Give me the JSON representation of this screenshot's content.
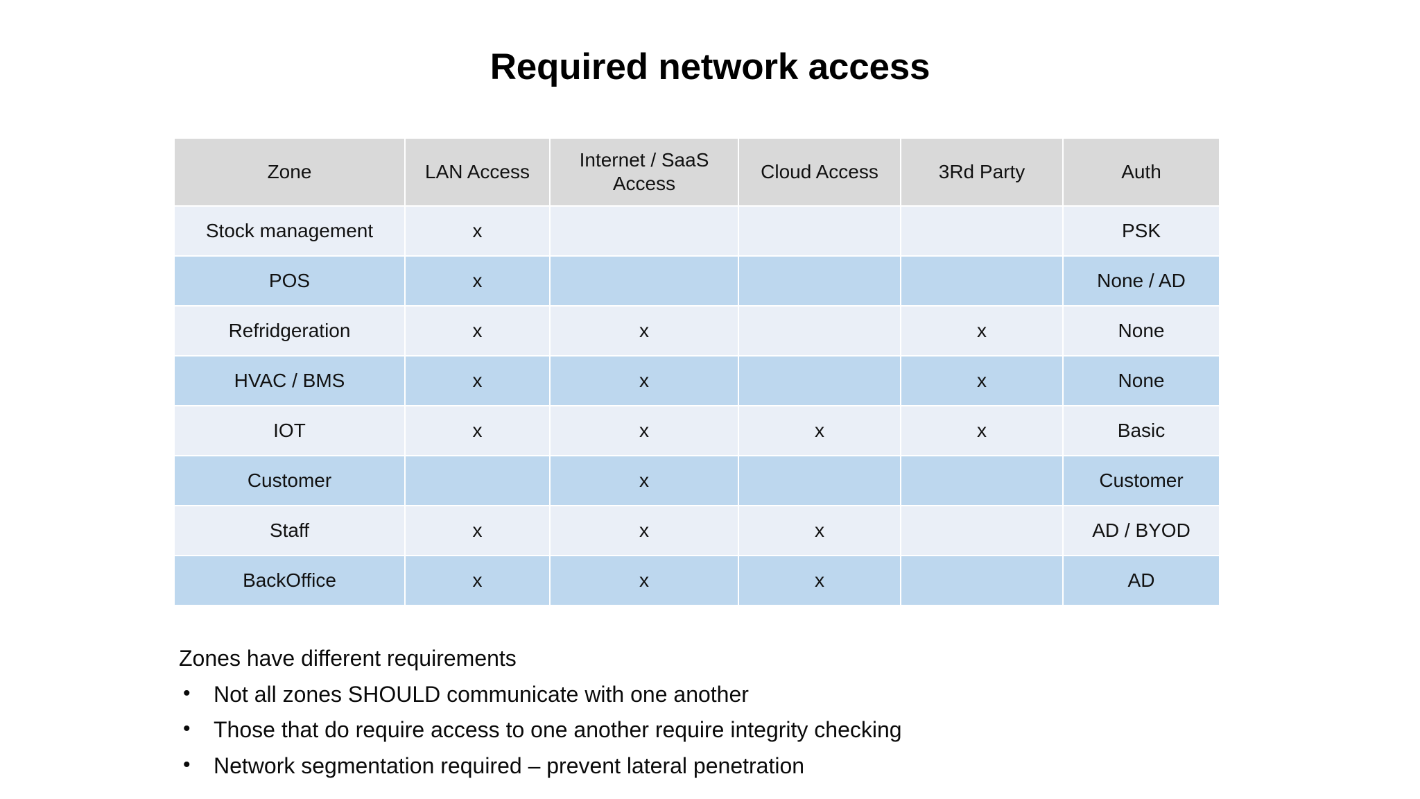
{
  "slide": {
    "title": "Required network access",
    "background_color": "#ffffff"
  },
  "table": {
    "header_background": "#d9d9d9",
    "row_band_light": "#eaeff7",
    "row_band_blue": "#bdd7ee",
    "columns": [
      {
        "key": "zone",
        "label": "Zone"
      },
      {
        "key": "lan",
        "label": "LAN Access"
      },
      {
        "key": "inet",
        "label_line1": "Internet / SaaS",
        "label_line2": "Access"
      },
      {
        "key": "cloud",
        "label": "Cloud Access"
      },
      {
        "key": "third",
        "label": "3Rd Party"
      },
      {
        "key": "auth",
        "label": "Auth"
      }
    ],
    "rows": [
      {
        "zone": "Stock management",
        "lan": "x",
        "inet": "",
        "cloud": "",
        "third": "",
        "auth": "PSK"
      },
      {
        "zone": "POS",
        "lan": "x",
        "inet": "",
        "cloud": "",
        "third": "",
        "auth": "None / AD"
      },
      {
        "zone": "Refridgeration",
        "lan": "x",
        "inet": "x",
        "cloud": "",
        "third": "x",
        "auth": "None"
      },
      {
        "zone": "HVAC / BMS",
        "lan": "x",
        "inet": "x",
        "cloud": "",
        "third": "x",
        "auth": "None"
      },
      {
        "zone": "IOT",
        "lan": "x",
        "inet": "x",
        "cloud": "x",
        "third": "x",
        "auth": "Basic"
      },
      {
        "zone": "Customer",
        "lan": "",
        "inet": "x",
        "cloud": "",
        "third": "",
        "auth": "Customer"
      },
      {
        "zone": "Staff",
        "lan": "x",
        "inet": "x",
        "cloud": "x",
        "third": "",
        "auth": "AD / BYOD"
      },
      {
        "zone": "BackOffice",
        "lan": "x",
        "inet": "x",
        "cloud": "x",
        "third": "",
        "auth": "AD"
      }
    ]
  },
  "notes": {
    "lead": "Zones have different requirements",
    "bullet_glyph": "•",
    "bullets": [
      "Not all zones SHOULD communicate with one another",
      "Those that do require access to one another require integrity checking",
      "Network segmentation required – prevent lateral penetration"
    ]
  }
}
